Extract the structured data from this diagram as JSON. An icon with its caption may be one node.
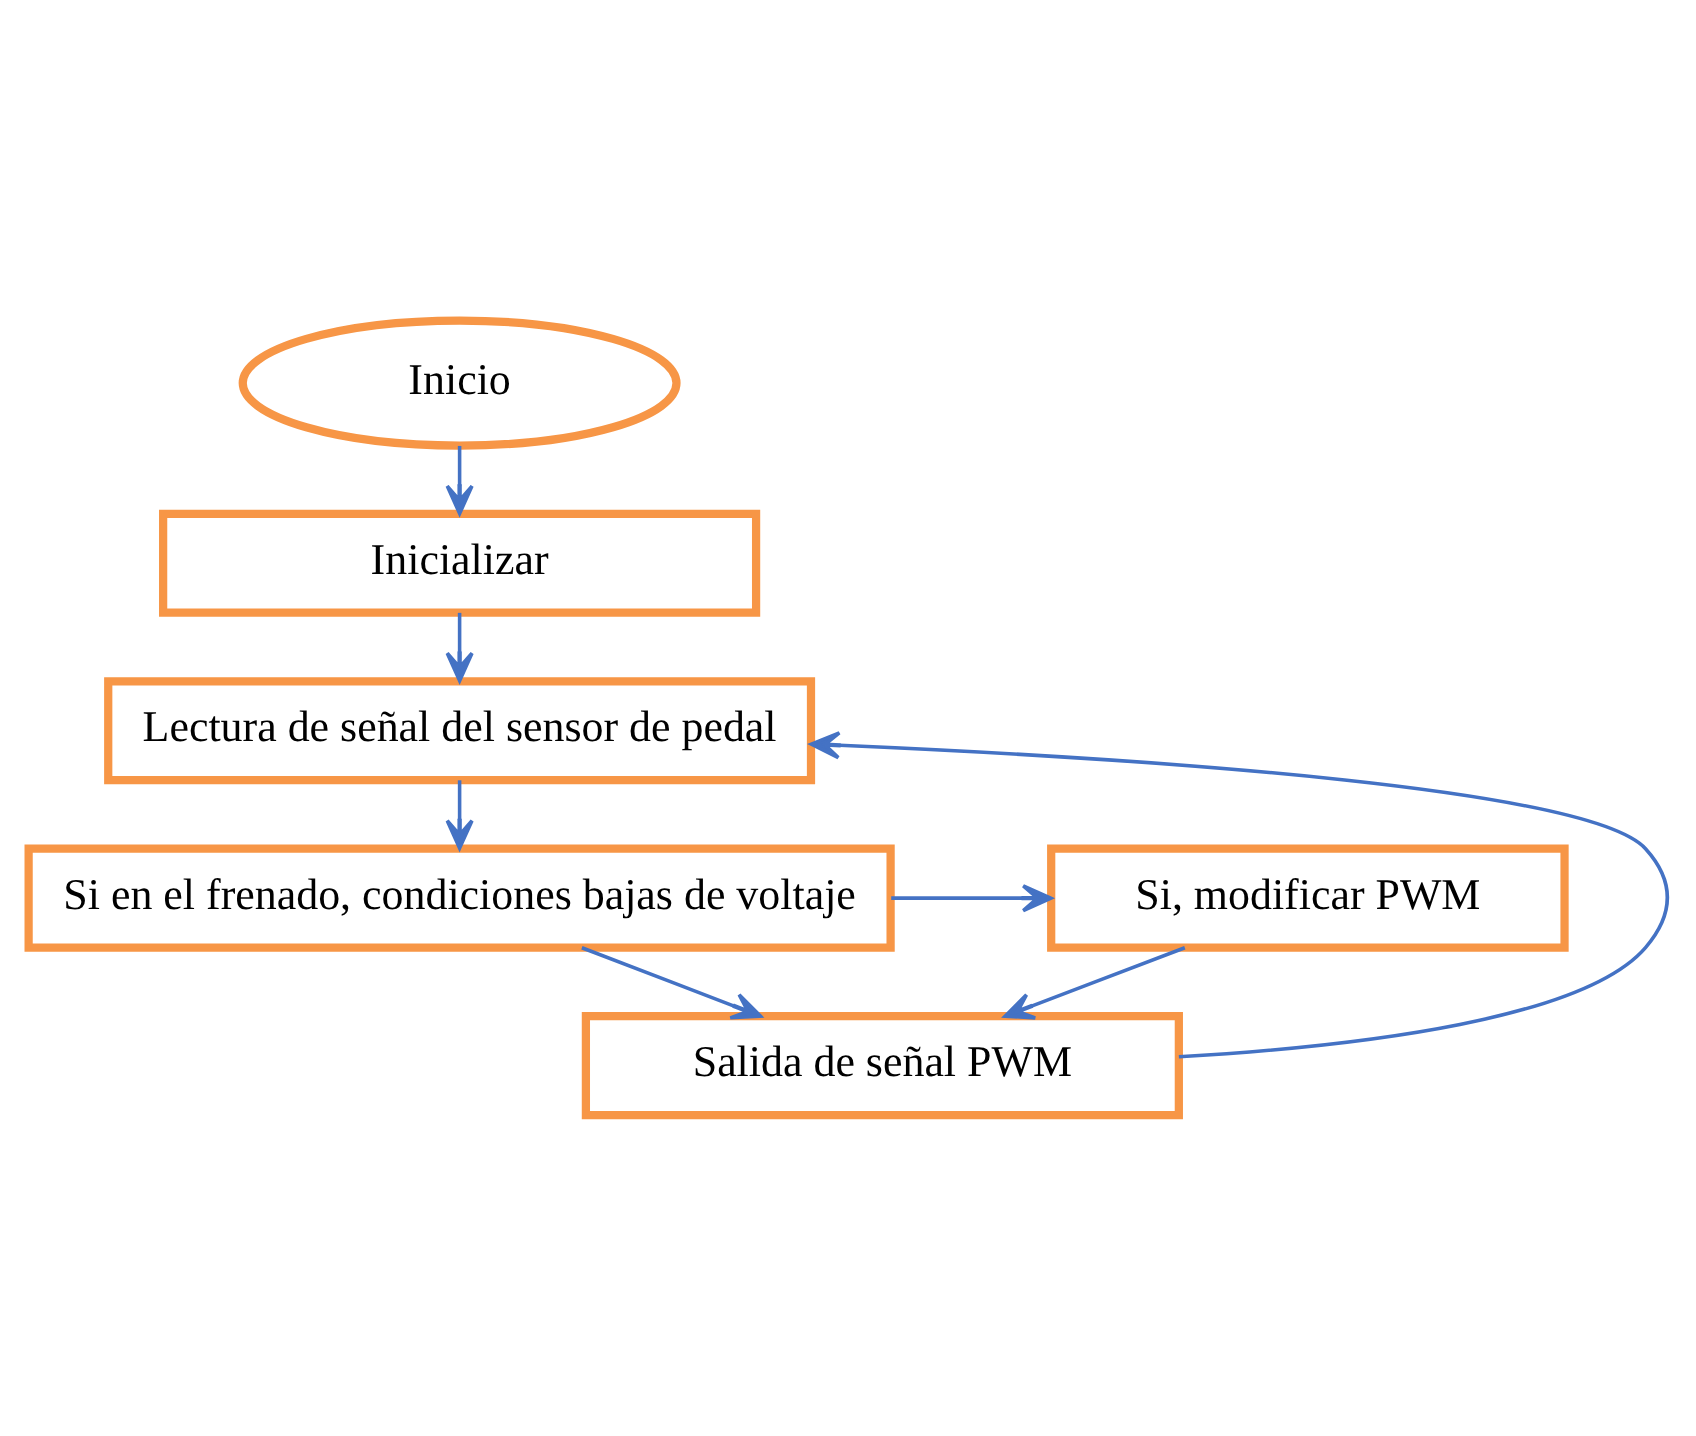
{
  "diagram": {
    "nodes": [
      {
        "text": [
          "Inicio"
        ]
      },
      {
        "text": [
          "Inicializar"
        ]
      },
      {
        "text": [
          "Lectura de señal del sensor de pedal"
        ]
      },
      {
        "text": [
          "Si en el frenado, condiciones bajas de voltaje"
        ]
      },
      {
        "text": [
          "Si, modificar PWM"
        ]
      },
      {
        "text": [
          "Salida de señal PWM"
        ]
      }
    ],
    "edges": [
      {
        "from": 0,
        "to": 1,
        "arrow": "to"
      },
      {
        "from": 1,
        "to": 2,
        "arrow": "to"
      },
      {
        "from": 2,
        "to": 3,
        "arrow": "to"
      },
      {
        "from": 3,
        "to": 4,
        "arrow": "to"
      },
      {
        "from": 3,
        "to": 5,
        "arrow": "to"
      },
      {
        "from": 4,
        "to": 5,
        "arrow": "to"
      },
      {
        "from": 5,
        "to": 2,
        "arrow": "to"
      }
    ]
  }
}
